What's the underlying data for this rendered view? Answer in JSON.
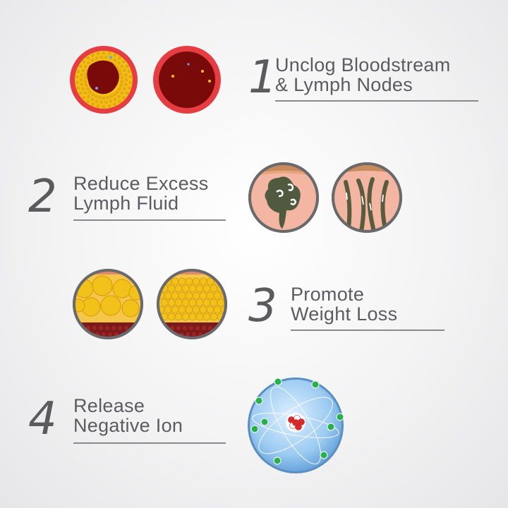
{
  "benefits": [
    {
      "number": "1",
      "line1": "Unclog Bloodstream",
      "line2": "& Lymph Nodes"
    },
    {
      "number": "2",
      "line1": "Reduce Excess",
      "line2": "Lymph Fluid"
    },
    {
      "number": "3",
      "line1": "Promote",
      "line2": "Weight Loss"
    },
    {
      "number": "4",
      "line1": "Release",
      "line2": "Negative Ion"
    }
  ],
  "colors": {
    "text": "#5c5c5f",
    "vessel_wall": "#e03a3f",
    "blood": "#7a0a0a",
    "fat": "#f2c21a",
    "skin": "#f2b7a3",
    "ion_sphere": "#7fb8ec",
    "electron": "#2bb84a"
  },
  "icons": [
    "clogged-vessel-icon",
    "clear-vessel-icon",
    "lymph-blockage-icon",
    "lymph-vessels-icon",
    "fat-cells-before-icon",
    "fat-cells-after-icon",
    "atom-ion-icon"
  ]
}
